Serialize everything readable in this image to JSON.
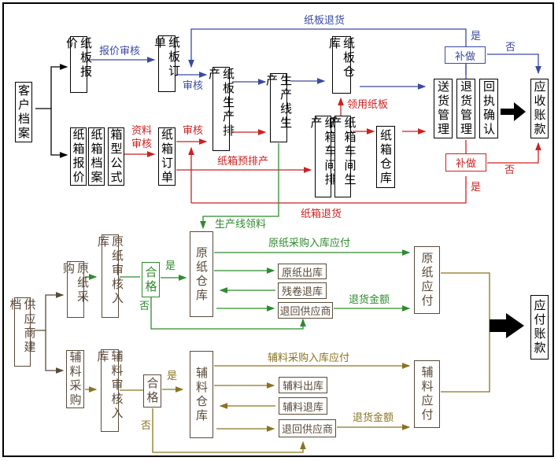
{
  "colors": {
    "paperboard_flow": "#3a4aa0",
    "carton_flow": "#cc2222",
    "raw_paper_flow": "#2e8b2e",
    "auxiliary_flow": "#8a7320",
    "box_border_supplier": "#5a4a3a"
  },
  "sales": {
    "customer_archive": "客户档案",
    "paperboard_quote": "纸板报价",
    "paperboard_order": "纸板订单",
    "paperboard_schedule": "纸板生产排产",
    "production_line": "生产线生产",
    "paperboard_warehouse": "纸板仓库",
    "carton_quote": "纸箱报价",
    "carton_archive": "纸箱档案",
    "box_formula": "箱型公式",
    "carton_order": "纸箱订单",
    "carton_workshop_schedule": "纸箱车间排产",
    "carton_workshop_production": "纸箱车间生产",
    "carton_warehouse": "纸箱仓库",
    "delivery_mgmt": "送货管理",
    "return_mgmt": "退货管理",
    "receipt_confirm": "回执确认",
    "receivable": "应收账款",
    "redo_top": "补做",
    "redo_bottom": "补做"
  },
  "sales_labels": {
    "quote_review": "报价审核",
    "review_blue": "审核",
    "material_review": "资料审核",
    "review_red": "审核",
    "paperboard_return": "纸板退货",
    "carton_pre_schedule": "纸箱预排产",
    "use_paperboard": "领用纸板",
    "carton_return": "纸箱退货",
    "yes_top": "是",
    "no_top": "否",
    "yes_bottom": "是",
    "no_bottom": "否",
    "line_material": "生产线领料"
  },
  "purchase": {
    "supplier_archive": "供应商建档",
    "raw_purchase": "原纸采购",
    "raw_inspect": "原纸审核入库",
    "raw_qualified": "合格",
    "raw_warehouse": "原纸仓库",
    "raw_out": "原纸出库",
    "scrap_return": "残卷退库",
    "raw_return_supplier": "退回供应商",
    "raw_payable": "原纸应付",
    "aux_purchase": "辅料采购",
    "aux_inspect": "辅料审核入库",
    "aux_qualified": "合格",
    "aux_warehouse": "辅料仓库",
    "aux_out": "辅料出库",
    "aux_return_stock": "辅料退库",
    "aux_return_supplier": "退回供应商",
    "aux_payable": "辅料应付",
    "payable": "应付账款"
  },
  "purchase_labels": {
    "raw_yes": "是",
    "raw_no": "否",
    "raw_in_payable": "原纸采购入库应付",
    "raw_return_amount": "退货金额",
    "aux_yes": "是",
    "aux_no": "否",
    "aux_in_payable": "辅料采购入库应付",
    "aux_return_amount": "退货金额"
  }
}
